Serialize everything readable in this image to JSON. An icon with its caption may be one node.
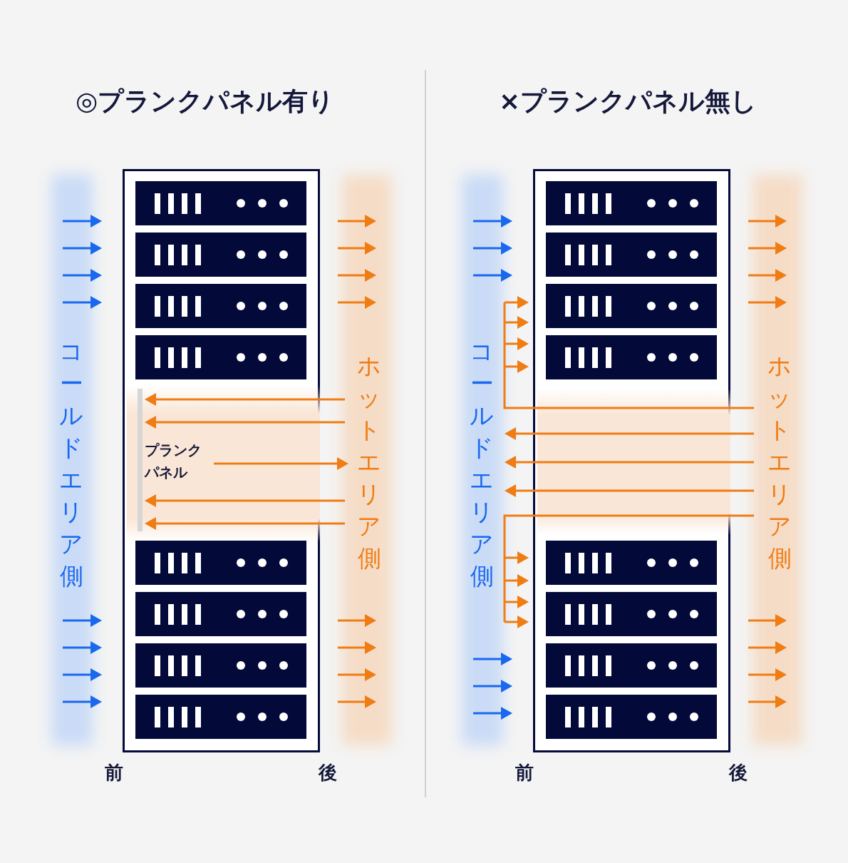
{
  "diagram": {
    "nodes": [
      {
        "text": [],
        "shape": "box"
      },
      {
        "text": [],
        "shape": "box",
        "in": 0
      },
      {
        "text": [],
        "shape": "box",
        "in": 0
      },
      {
        "text": [],
        "shape": "box",
        "in": 0
      },
      {
        "text": [],
        "shape": "box",
        "in": 0
      },
      {
        "text": [],
        "shape": "box",
        "in": 0
      },
      {
        "text": [],
        "shape": "box",
        "in": 0
      },
      {
        "text": [],
        "shape": "box",
        "in": 0
      },
      {
        "text": [],
        "shape": "box",
        "in": 0
      },
      {
        "text": [],
        "shape": "box"
      },
      {
        "text": [],
        "shape": "box",
        "in": 9
      },
      {
        "text": [],
        "shape": "box",
        "in": 9
      },
      {
        "text": [],
        "shape": "box",
        "in": 9
      },
      {
        "text": [],
        "shape": "box",
        "in": 9
      },
      {
        "text": [],
        "shape": "box",
        "in": 9
      },
      {
        "text": [],
        "shape": "box",
        "in": 9
      },
      {
        "text": [],
        "shape": "box",
        "in": 9
      },
      {
        "text": [],
        "shape": "box",
        "in": 9
      },
      {
        "text": [],
        "shape": "band",
        "in": 0
      },
      {
        "text": [],
        "shape": "band",
        "in": 9
      }
    ],
    "labels": [
      "◎プランクパネル有り",
      "×プランクパネル無し",
      "コールドエリア側",
      "ホットエリア側",
      "プランクパネル",
      "前",
      "後",
      "コールドエリア側",
      "ホットエリア側",
      "前",
      "後"
    ]
  }
}
